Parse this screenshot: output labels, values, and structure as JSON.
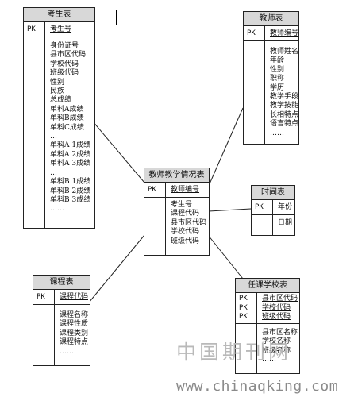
{
  "tables": {
    "candidate": {
      "title": "考生表",
      "pk_label": "PK",
      "pk_field": "考生号",
      "fields": [
        "身份证号",
        "县市区代码",
        "学校代码",
        "班级代码",
        "性别",
        "民族",
        "总成绩",
        "单科A成绩",
        "单科B成绩",
        "单科C成绩",
        "…",
        "单科A 1成绩",
        "单科A 2成绩",
        "单科A 3成绩",
        "…",
        "单科B 1成绩",
        "单科B 2成绩",
        "单科B 3成绩",
        "……"
      ]
    },
    "teacher": {
      "title": "教师表",
      "pk_label": "PK",
      "pk_field": "教师编号",
      "fields": [
        "教师姓名",
        "年龄",
        "性别",
        "职称",
        "学历",
        "教学手段",
        "教学技能",
        "长相特点",
        "语言特点",
        "……"
      ]
    },
    "teaching": {
      "title": "教师教学情况表",
      "pk_label": "PK",
      "pk_field": "教师编号",
      "fields": [
        "考生号",
        "课程代码",
        "县市区代码",
        "学校代码",
        "班级代码"
      ]
    },
    "time": {
      "title": "时间表",
      "pk_label": "PK",
      "pk_field": "年份",
      "fields": [
        "日期"
      ]
    },
    "course": {
      "title": "课程表",
      "pk_label": "PK",
      "pk_field": "课程代码",
      "fields": [
        "课程名称",
        "课程性质",
        "课程类别",
        "课程特点",
        "……"
      ]
    },
    "school": {
      "title": "任课学校表",
      "pk_labels": [
        "PK",
        "PK",
        "PK"
      ],
      "pk_fields": [
        "县市区代码",
        "学校代码",
        "班级代码"
      ],
      "fields": [
        "县市区名称",
        "学校名称",
        "班级名称",
        "……"
      ]
    }
  },
  "watermark": {
    "cn": "中国期刊网",
    "url": "www.chinaqking.com"
  }
}
